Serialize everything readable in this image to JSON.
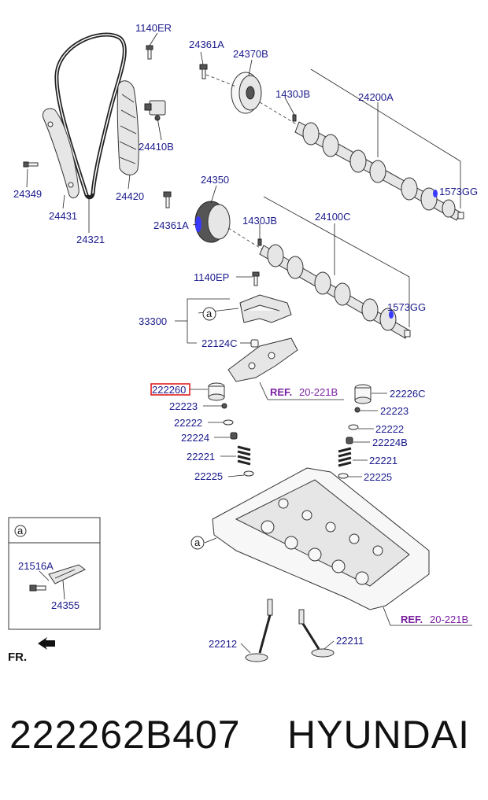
{
  "labels": {
    "l_1140ER": "1140ER",
    "l_24361A_top": "24361A",
    "l_24370B": "24370B",
    "l_1430JB_top": "1430JB",
    "l_24200A": "24200A",
    "l_24410B": "24410B",
    "l_24349": "24349",
    "l_24420": "24420",
    "l_24431": "24431",
    "l_24321": "24321",
    "l_1573GG_top": "1573GG",
    "l_24350": "24350",
    "l_24361A_mid": "24361A",
    "l_1430JB_mid": "1430JB",
    "l_24100C": "24100C",
    "l_1140EP": "1140EP",
    "l_1573GG_mid": "1573GG",
    "l_33300": "33300",
    "l_a_callout": "a",
    "l_22124C": "22124C",
    "l_222260_hl": "222260",
    "l_22226C": "22226C",
    "l_22223_left": "22223",
    "l_22223_right": "22223",
    "l_22222_left": "22222",
    "l_22222_right": "22222",
    "l_22224": "22224",
    "l_22224B": "22224B",
    "l_22221_left": "22221",
    "l_22221_right": "22221",
    "l_22225_left": "22225",
    "l_22225_right": "22225",
    "l_inset_a": "a",
    "l_21516A": "21516A",
    "l_24355": "24355",
    "l_a_head": "a",
    "l_22212": "22212",
    "l_22211": "22211",
    "l_fr": "FR."
  },
  "refs": {
    "ref1_prefix": "REF.",
    "ref1_value": "20-221B",
    "ref2_prefix": "REF.",
    "ref2_value": "20-221B"
  },
  "footer": {
    "part_number": "222262B407",
    "brand": "HYUNDAI"
  },
  "colors": {
    "label": "#1a1a8c",
    "ref": "#7a1fa0",
    "highlight_box": "#e01010",
    "accent_blue": "#3a3aff"
  }
}
